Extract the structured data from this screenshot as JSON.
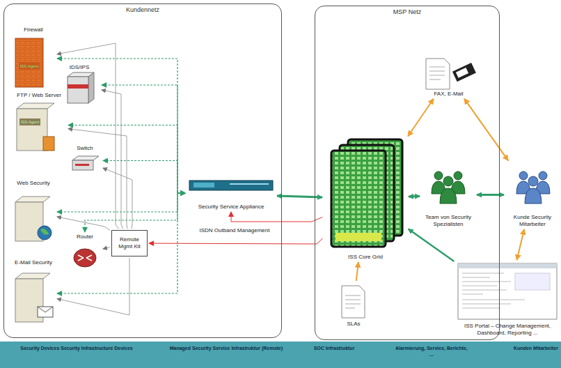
{
  "diagram": {
    "nodes": [
      {
        "text": [
          "Kundennetz"
        ]
      },
      {
        "text": [
          "Firewall"
        ],
        "in": 0
      },
      {
        "text": [
          "IDS/IPS"
        ],
        "in": 0
      },
      {
        "text": [
          "FTP / Web Server"
        ],
        "in": 0
      },
      {
        "text": [
          "Switch"
        ],
        "in": 0
      },
      {
        "text": [
          "Web Security"
        ],
        "in": 0
      },
      {
        "text": [
          "Router"
        ],
        "in": 0
      },
      {
        "text": [
          "Remote Mgmt Kit"
        ],
        "in": 0
      },
      {
        "text": [
          "E-Mail Security"
        ],
        "in": 0
      },
      {
        "text": [
          "Security Service Appliance"
        ],
        "in": 0
      },
      {
        "text": [
          "MSP Netz"
        ]
      },
      {
        "text": [
          "ISS Core Grid"
        ],
        "in": 10
      },
      {
        "text": [
          "FAX, E-Mail"
        ],
        "in": 10
      },
      {
        "text": [
          "Team von Security Spezialisten"
        ],
        "in": 10
      },
      {
        "text": [
          "SLAs"
        ],
        "in": 10
      },
      {
        "text": [
          "ISS Portal – Change Management, Dashboard, Reporting ..."
        ]
      },
      {
        "text": [
          "Kunde Security Mitarbeiter"
        ]
      },
      {
        "text": [
          "Security Devices Security Infrastructure Devices",
          "Managed Security Service Infrastruktur (Remote)",
          "SOC Infrastruktur",
          "Alarmierung, Service, Berichte, ...",
          "Kunden Mitarbeiter"
        ]
      }
    ],
    "edges": [
      {
        "from": 1,
        "to": 9,
        "arrow": "both"
      },
      {
        "from": 2,
        "to": 9,
        "arrow": "both"
      },
      {
        "from": 3,
        "to": 9,
        "arrow": "both"
      },
      {
        "from": 4,
        "to": 9,
        "arrow": "both"
      },
      {
        "from": 5,
        "to": 9,
        "arrow": "both"
      },
      {
        "from": 6,
        "to": 9,
        "arrow": "both"
      },
      {
        "from": 8,
        "to": 9,
        "arrow": "both"
      },
      {
        "from": 7,
        "to": 1,
        "arrow": "to"
      },
      {
        "from": 7,
        "to": 2,
        "arrow": "to"
      },
      {
        "from": 7,
        "to": 3,
        "arrow": "to"
      },
      {
        "from": 7,
        "to": 4,
        "arrow": "to"
      },
      {
        "from": 7,
        "to": 5,
        "arrow": "to"
      },
      {
        "from": 7,
        "to": 6,
        "arrow": "to"
      },
      {
        "from": 7,
        "to": 8,
        "arrow": "to"
      },
      {
        "from": 11,
        "to": 7,
        "label": "ISDN Outband Management",
        "arrow": "to"
      },
      {
        "from": 11,
        "to": 9,
        "arrow": "to"
      },
      {
        "from": 9,
        "to": 11,
        "arrow": "both"
      },
      {
        "from": 11,
        "to": 13,
        "arrow": "both"
      },
      {
        "from": 13,
        "to": 16,
        "arrow": "both"
      },
      {
        "from": 11,
        "to": 12,
        "arrow": "both"
      },
      {
        "from": 12,
        "to": 16,
        "arrow": "both"
      },
      {
        "from": 14,
        "to": 11,
        "arrow": "to"
      },
      {
        "from": 15,
        "to": 11,
        "arrow": "to"
      },
      {
        "from": 15,
        "to": 16,
        "arrow": "both"
      }
    ],
    "labels": [
      "ISS Agent",
      "ISS Agent"
    ]
  }
}
